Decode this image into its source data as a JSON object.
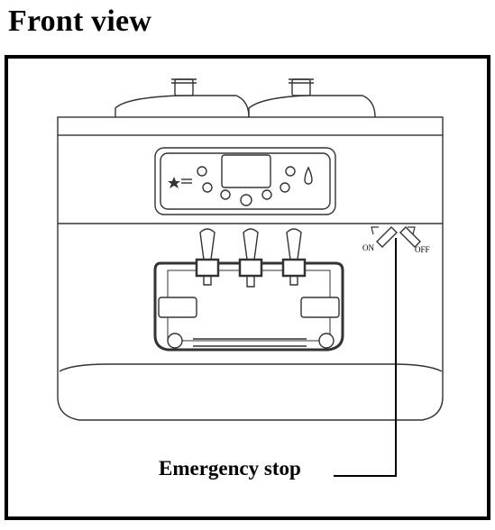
{
  "title": "Front view",
  "callout": {
    "label": "Emergency stop"
  },
  "switch_labels": {
    "on": "ON",
    "off": "OFF"
  }
}
